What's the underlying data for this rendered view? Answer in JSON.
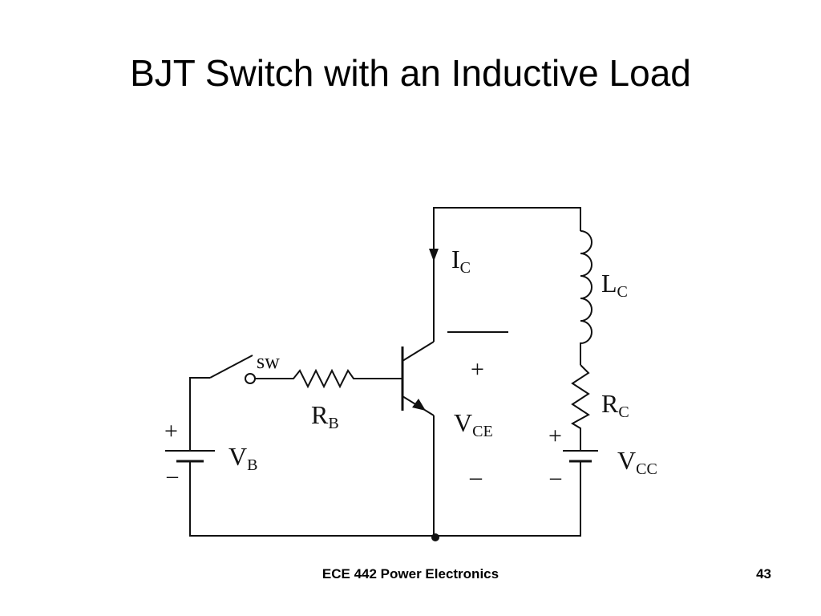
{
  "slide": {
    "title": "BJT Switch with an Inductive Load",
    "footer_course": "ECE 442 Power Electronics",
    "page_number": "43"
  },
  "circuit": {
    "switch_label": "sw",
    "rb": {
      "main": "R",
      "sub": "B"
    },
    "vb": {
      "main": "V",
      "sub": "B"
    },
    "ic": {
      "main": "I",
      "sub": "C"
    },
    "lc": {
      "main": "L",
      "sub": "C"
    },
    "rc": {
      "main": "R",
      "sub": "C"
    },
    "vce": {
      "main": "V",
      "sub": "CE"
    },
    "vcc": {
      "main": "V",
      "sub": "CC"
    },
    "vce_plus": "+",
    "vce_minus": "–",
    "vb_plus": "+",
    "vb_minus": "–",
    "vcc_plus": "+",
    "vcc_minus": "–"
  }
}
